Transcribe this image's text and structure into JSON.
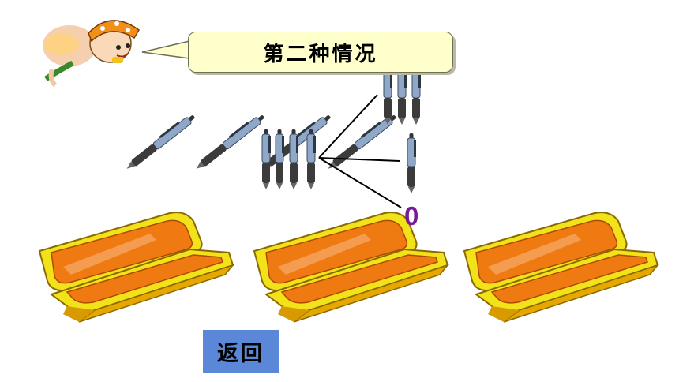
{
  "title": "第二种情况",
  "count_label": "0",
  "back_button": {
    "label": "返回"
  },
  "icons": {
    "mascot": "cartoon-boy-mascot-icon",
    "pen": "ballpoint-pen-icon",
    "pencil_case": "open-pencil-case-icon"
  },
  "colors": {
    "callout_bg": "#ffffcc",
    "count_label": "#7a1a9b",
    "back_button": "#5b87d8",
    "case_orange": "#f07a12",
    "case_yellow": "#f2e21a",
    "pen_barrel": "#8fa8c8"
  }
}
